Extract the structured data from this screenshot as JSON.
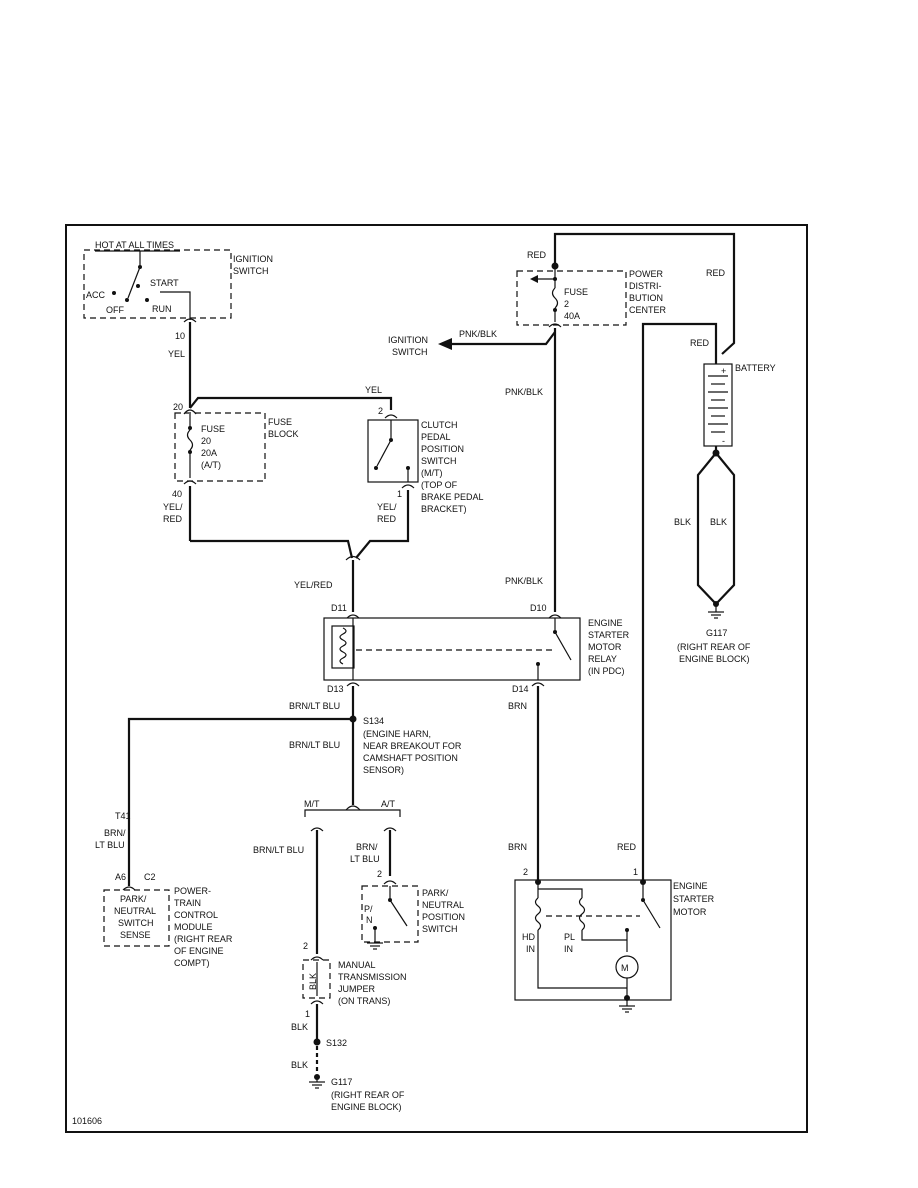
{
  "figure_id": "101606",
  "ignition_switch": {
    "hot_label": "HOT AT ALL TIMES",
    "name_line1": "IGNITION",
    "name_line2": "SWITCH",
    "acc": "ACC",
    "off": "OFF",
    "start": "START",
    "run": "RUN",
    "pin": "10",
    "wire": "YEL"
  },
  "pdc": {
    "in_wire": "RED",
    "fuse_line1": "FUSE",
    "fuse_line2": "2",
    "fuse_line3": "40A",
    "name_line1": "POWER",
    "name_line2": "DISTRI-",
    "name_line3": "BUTION",
    "name_line4": "CENTER",
    "out_wire": "PNK/BLK",
    "to_ign_line1": "IGNITION",
    "to_ign_line2": "SWITCH"
  },
  "battery": {
    "name": "BATTERY",
    "wire_top": "RED",
    "wire_pos": "RED",
    "plus": "+",
    "minus": "-",
    "wire_left": "BLK",
    "wire_right": "BLK",
    "ground": "G117",
    "ground_desc_line1": "(RIGHT REAR OF",
    "ground_desc_line2": "ENGINE BLOCK)"
  },
  "fuse_block": {
    "pin_in": "20",
    "fuse_line1": "FUSE",
    "fuse_line2": "20",
    "fuse_line3": "20A",
    "fuse_line4": "(A/T)",
    "name_line1": "FUSE",
    "name_line2": "BLOCK",
    "pin_out": "40",
    "wire_out_line1": "YEL/",
    "wire_out_line2": "RED"
  },
  "clutch_switch": {
    "wire_in": "YEL",
    "pin_in": "2",
    "pin_out": "1",
    "wire_out_line1": "YEL/",
    "wire_out_line2": "RED",
    "name_line1": "CLUTCH",
    "name_line2": "PEDAL",
    "name_line3": "POSITION",
    "name_line4": "SWITCH",
    "name_line5": "(M/T)",
    "name_line6": "(TOP OF",
    "name_line7": "BRAKE PEDAL",
    "name_line8": "BRACKET)"
  },
  "relay": {
    "wire_in": "YEL/RED",
    "wire_pdc": "PNK/BLK",
    "pin_d11": "D11",
    "pin_d10": "D10",
    "pin_d13": "D13",
    "pin_d14": "D14",
    "name_line1": "ENGINE",
    "name_line2": "STARTER",
    "name_line3": "MOTOR",
    "name_line4": "RELAY",
    "name_line5": "(IN PDC)"
  },
  "splice_s134": {
    "wire_top": "BRN/LT BLU",
    "name": "S134",
    "desc_line1": "(ENGINE HARN,",
    "desc_line2": "NEAR BREAKOUT FOR",
    "desc_line3": "CAMSHAFT POSITION",
    "desc_line4": "SENSOR)",
    "wire_below": "BRN/LT BLU",
    "mt": "M/T",
    "at": "A/T"
  },
  "pcm": {
    "pin_t41": "T41",
    "wire_line1": "BRN/",
    "wire_line2": "LT BLU",
    "pin_a6": "A6",
    "conn_c2": "C2",
    "inner_line1": "PARK/",
    "inner_line2": "NEUTRAL",
    "inner_line3": "SWITCH",
    "inner_line4": "SENSE",
    "name_line1": "POWER-",
    "name_line2": "TRAIN",
    "name_line3": "CONTROL",
    "name_line4": "MODULE",
    "name_line5": "(RIGHT REAR",
    "name_line6": "OF ENGINE",
    "name_line7": "COMPT)"
  },
  "manual_jumper": {
    "wire_in": "BRN/LT BLU",
    "pin_in": "2",
    "inner": "BLK",
    "name_line1": "MANUAL",
    "name_line2": "TRANSMISSION",
    "name_line3": "JUMPER",
    "name_line4": "(ON TRANS)",
    "pin_out": "1",
    "wire_out": "BLK",
    "splice": "S132",
    "wire_ground": "BLK",
    "ground": "G117",
    "ground_desc_line1": "(RIGHT REAR OF",
    "ground_desc_line2": "ENGINE BLOCK)"
  },
  "pn_switch": {
    "wire_line1": "BRN/",
    "wire_line2": "LT BLU",
    "pin": "2",
    "contact_line1": "P/",
    "contact_line2": "N",
    "name_line1": "PARK/",
    "name_line2": "NEUTRAL",
    "name_line3": "POSITION",
    "name_line4": "SWITCH"
  },
  "starter_motor": {
    "wire_relay": "BRN",
    "wire_brn": "BRN",
    "wire_red": "RED",
    "pin2": "2",
    "pin1": "1",
    "hd_line1": "HD",
    "hd_line2": "IN",
    "pl_line1": "PL",
    "pl_line2": "IN",
    "motor_symbol": "M",
    "name_line1": "ENGINE",
    "name_line2": "STARTER",
    "name_line3": "MOTOR"
  }
}
